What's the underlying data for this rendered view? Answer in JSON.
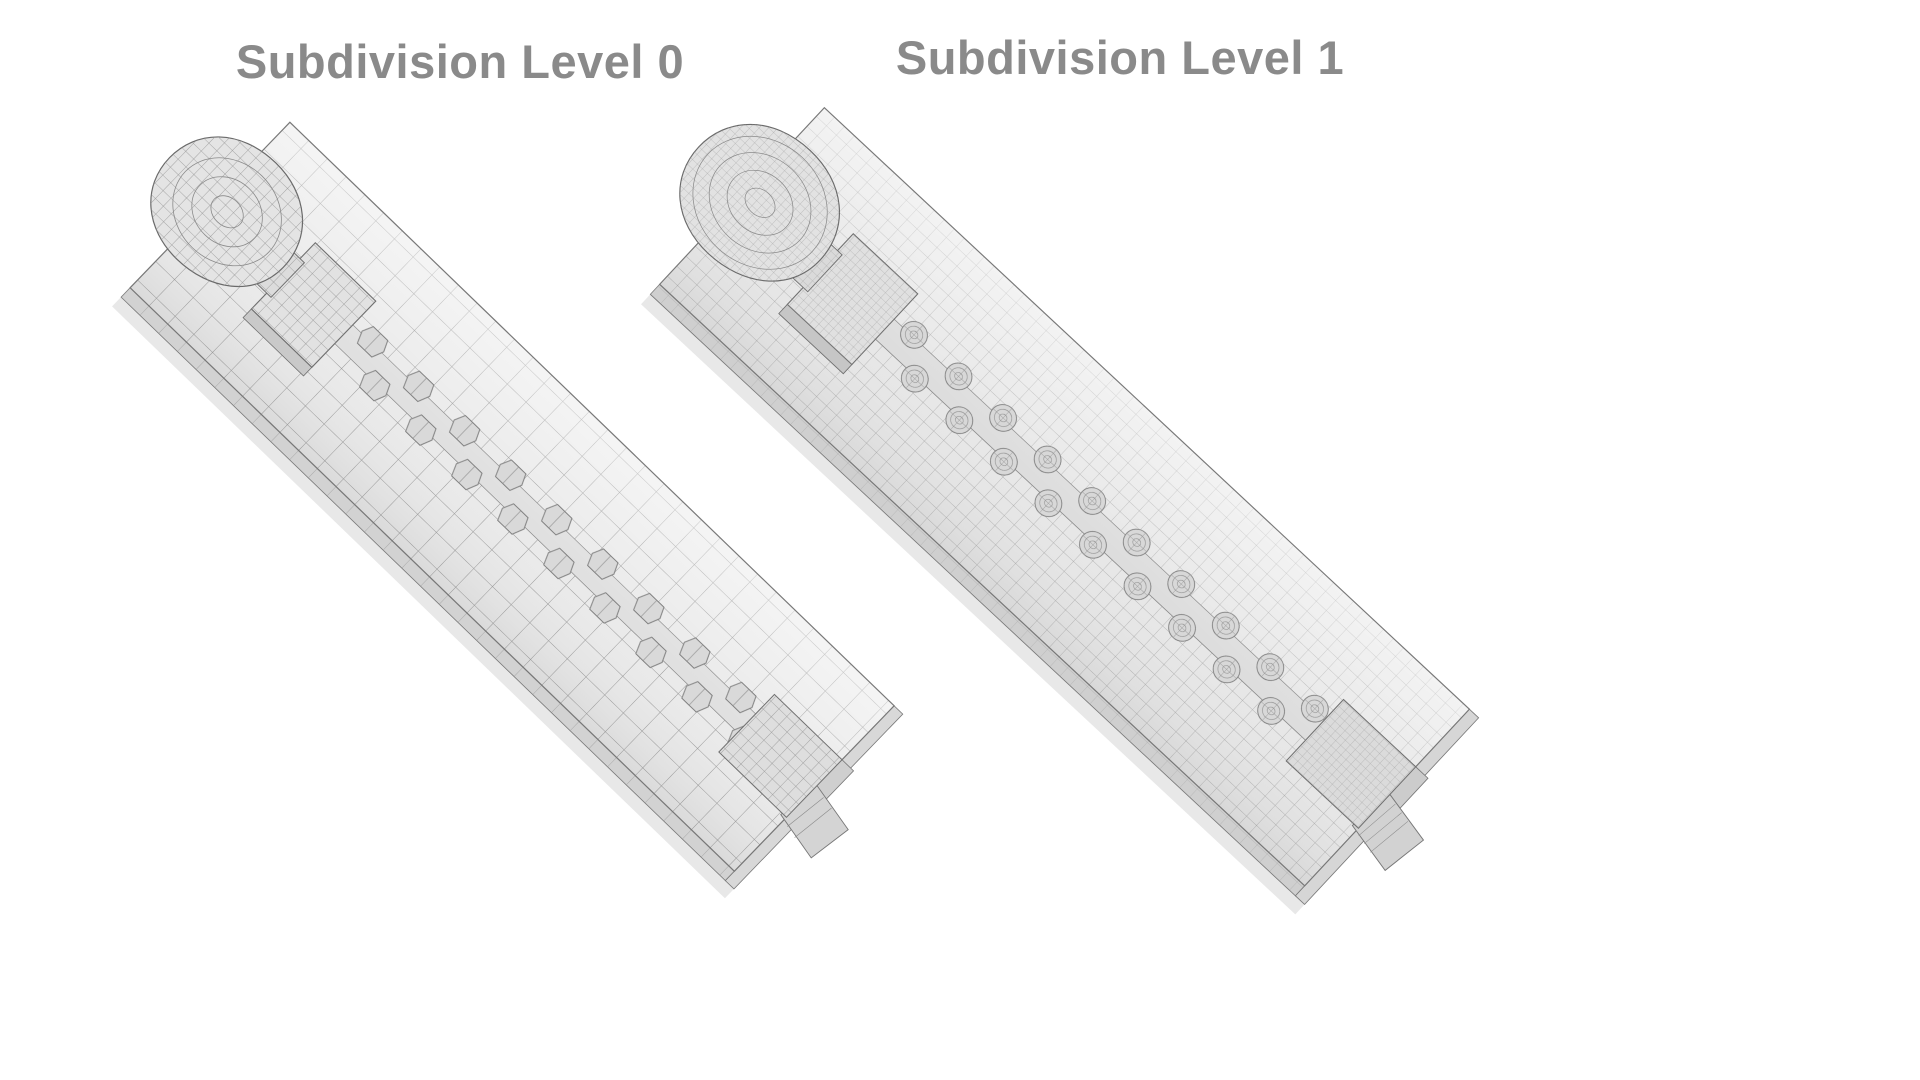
{
  "figure": {
    "object": "zipper-3d-wireframe-mesh-comparison",
    "panels": [
      {
        "title": "Subdivision Level 0",
        "subdivision_level": 0,
        "mesh_density": "coarse"
      },
      {
        "title": "Subdivision Level 1",
        "subdivision_level": 1,
        "mesh_density": "fine"
      }
    ],
    "colors": {
      "background": "#ffffff",
      "title_text": "#8a8a8a",
      "mesh_fill": "#eaeaea",
      "mesh_fill_dark": "#d2d2d2",
      "wireframe_line": "#989898",
      "outline": "#6f6f6f"
    }
  }
}
